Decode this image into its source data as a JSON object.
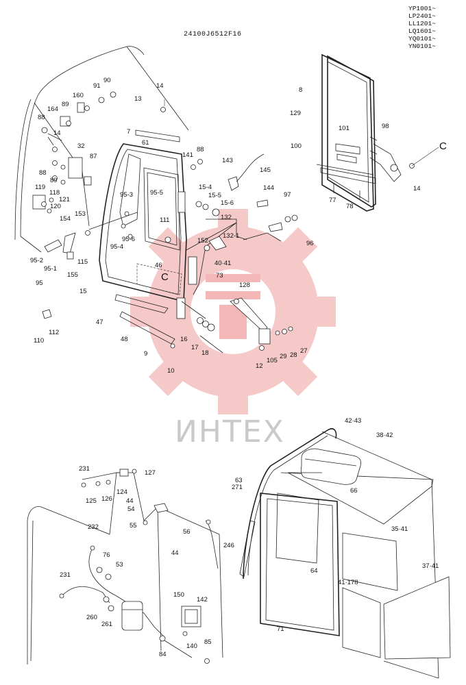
{
  "document": {
    "part_code": "24100J6512F16",
    "serial_ranges": [
      "YP1001~",
      "LP2401~",
      "LL1201~",
      "LQ1601~",
      "YQ0101~",
      "YN0101~"
    ]
  },
  "watermark": {
    "text": "ИНТЕХ",
    "gear_color": "#f3b8b8"
  },
  "callouts": [
    "C",
    "C"
  ],
  "part_numbers": {
    "door_section": [
      "91",
      "90",
      "160",
      "164",
      "89",
      "88",
      "14",
      "32",
      "87",
      "88",
      "89",
      "119",
      "118",
      "121",
      "120",
      "153",
      "154",
      "95-2",
      "95-1",
      "95",
      "115",
      "155",
      "110",
      "112",
      "13",
      "14",
      "7",
      "61",
      "95-3",
      "95-5",
      "111",
      "95-6",
      "95-4",
      "46",
      "15",
      "47",
      "48",
      "9",
      "10",
      "141",
      "88",
      "143",
      "145",
      "15-4",
      "15-5",
      "15-6",
      "144",
      "132",
      "132-1",
      "152",
      "40·41",
      "73",
      "97",
      "96",
      "128",
      "16",
      "17",
      "18",
      "105",
      "12",
      "29",
      "28",
      "27"
    ],
    "window_section": [
      "8",
      "129",
      "101",
      "100",
      "98",
      "77",
      "78",
      "14"
    ],
    "wiring_section": [
      "231",
      "125",
      "126",
      "124",
      "127",
      "44",
      "54",
      "55",
      "232",
      "76",
      "53",
      "231",
      "260",
      "261",
      "44",
      "56",
      "150",
      "142",
      "140",
      "85",
      "84"
    ],
    "cab_section": [
      "42·43",
      "38·42",
      "63",
      "271",
      "66",
      "246",
      "35·41",
      "64",
      "41·178",
      "37·41",
      "71"
    ]
  }
}
